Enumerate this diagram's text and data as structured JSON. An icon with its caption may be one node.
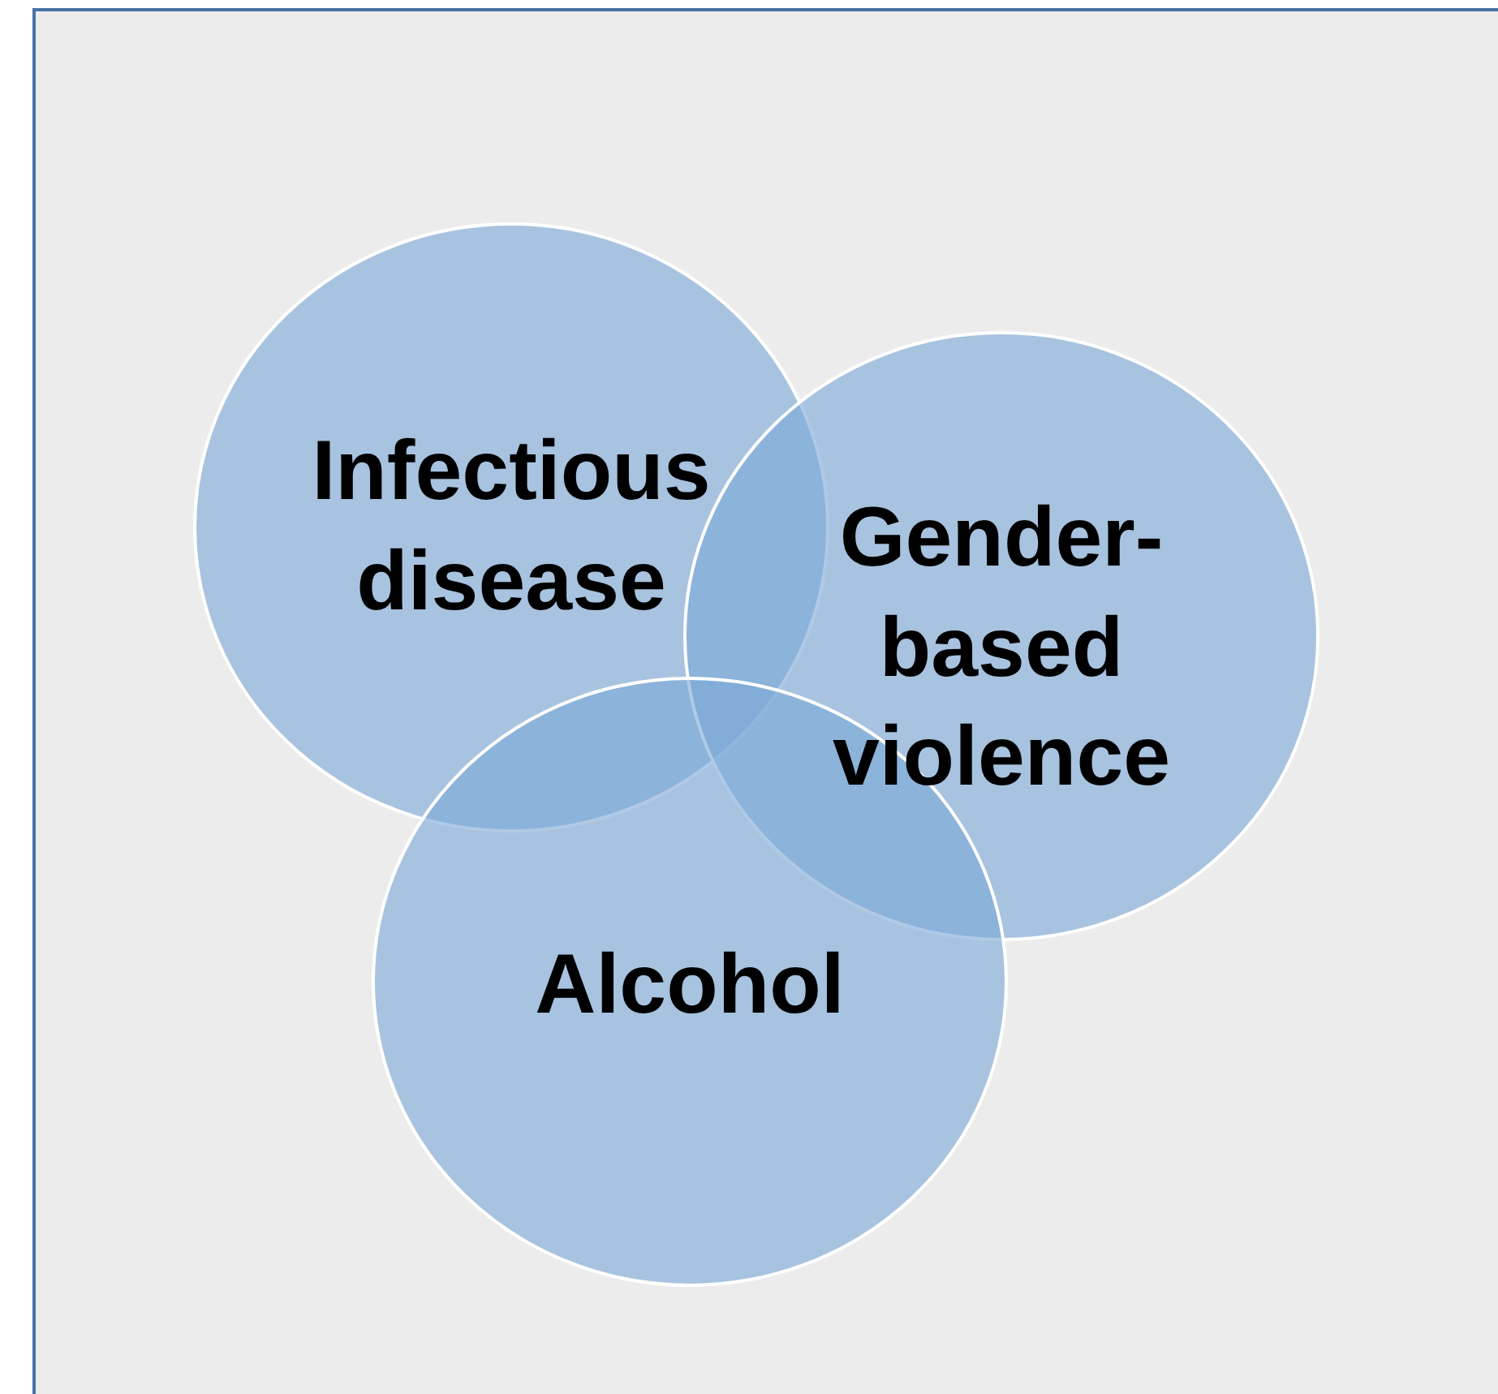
{
  "diagram": {
    "nodes": [
      {
        "text": [
          "Infectious disease"
        ]
      },
      {
        "text": [
          "Gender-based violence"
        ]
      },
      {
        "text": [
          "Alcohol"
        ]
      }
    ]
  }
}
